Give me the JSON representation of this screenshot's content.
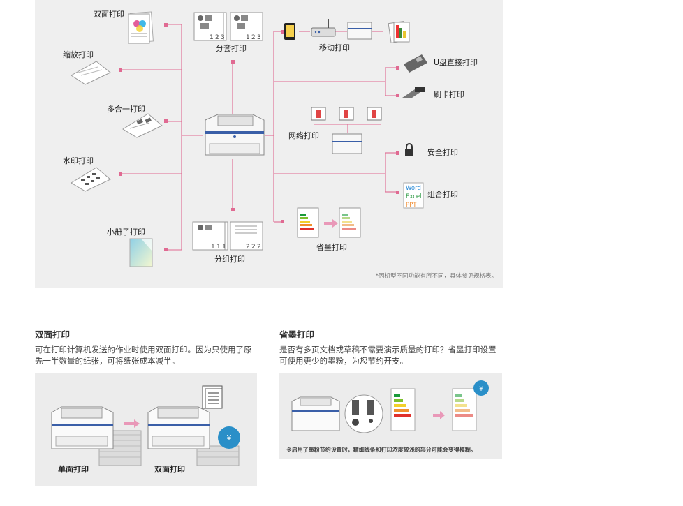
{
  "diagram": {
    "features": {
      "duplex": "双面打印",
      "zoom": "缩放打印",
      "nup": "多合一打印",
      "watermark": "水印打印",
      "booklet": "小册子打印",
      "collate": "分套打印",
      "group": "分组打印",
      "mobile": "移动打印",
      "usb": "U盘直接打印",
      "card": "刷卡打印",
      "network": "网络打印",
      "secure": "安全打印",
      "combine": "组合打印",
      "toner_save": "省墨打印"
    },
    "combine_apps": [
      "Word",
      "Excel",
      "PPT"
    ],
    "collate_pages": [
      "1",
      "2",
      "3"
    ],
    "group_pages": [
      "1",
      "1",
      "1",
      "2",
      "2",
      "2"
    ],
    "footnote": "*因机型不同功能有所不同，具体参见规格表。",
    "accent_color": "#e06a92"
  },
  "sections": {
    "duplex": {
      "title": "双面打印",
      "body": "可在打印计算机发送的作业时使用双面打印。因为只使用了原先一半数量的纸张，可将纸张成本减半。",
      "single_label": "单面打印",
      "double_label": "双面打印"
    },
    "toner": {
      "title": "省墨打印",
      "body": "是否有多页文档或草稿不需要演示质量的打印？省墨打印设置可使用更少的墨粉，为您节约开支。",
      "note": "※启用了墨粉节约设置时，精细线条和打印浓度较浅的部分可能会变得模糊。"
    }
  }
}
